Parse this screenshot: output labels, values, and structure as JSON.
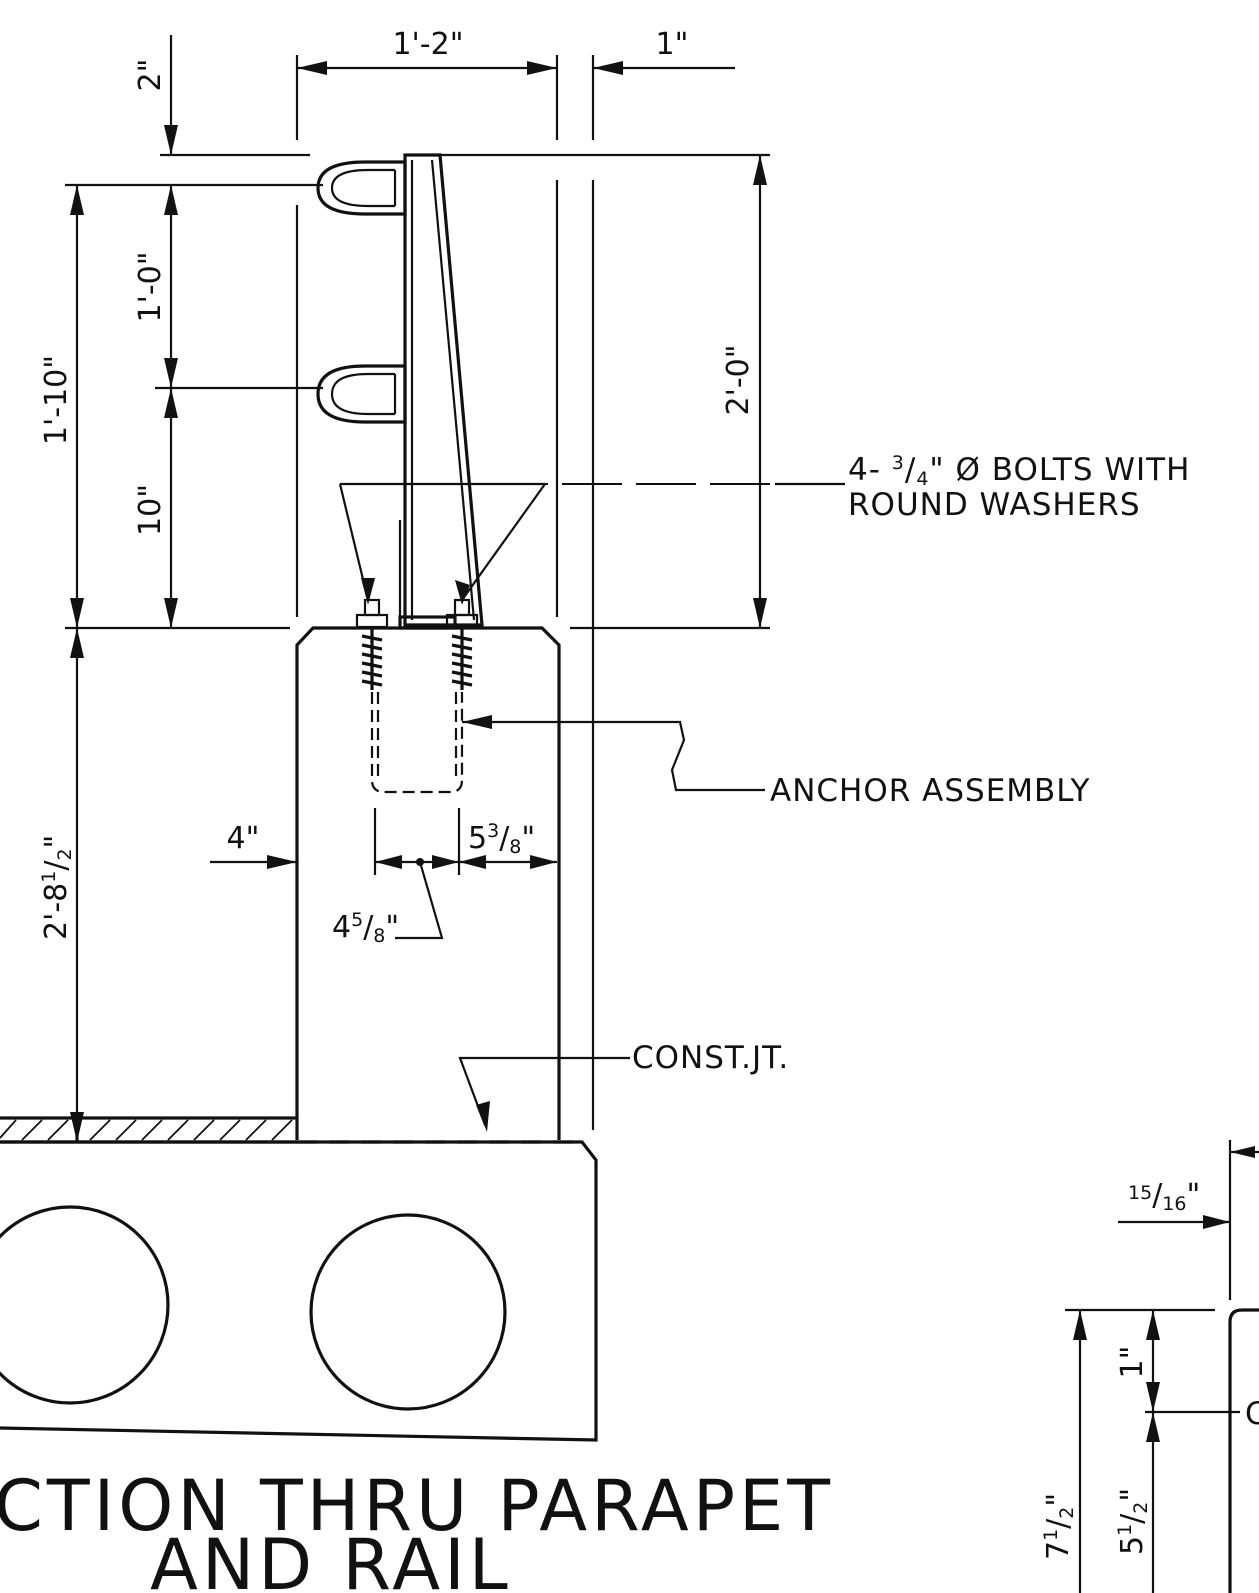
{
  "dimensions": {
    "rail_width": "1'-2\"",
    "offset": "1\"",
    "top_gap": "2\"",
    "rail_spacing": "1'-0\"",
    "lower_rail": "10\"",
    "rail_height_total": "1'-10\"",
    "post_height": "2'-0\"",
    "parapet_height": "2'-8",
    "parapet_height_frac_num": "1",
    "parapet_height_frac_den": "2",
    "parapet_height_tail": "\"",
    "face_offset": "4\"",
    "anchor_edge_whole": "5",
    "anchor_edge_num": "3",
    "anchor_edge_den": "8",
    "anchor_spacing_whole": "4",
    "anchor_spacing_num": "5",
    "anchor_spacing_den": "8",
    "inch_mark": "\"",
    "detail_frac_num": "15",
    "detail_frac_den": "16",
    "detail_one": "1\"",
    "detail_seven_whole": "7",
    "detail_five_whole": "5",
    "half_num": "1",
    "half_den": "2"
  },
  "notes": {
    "bolts_line1_prefix": "4- ",
    "bolts_frac_num": "3",
    "bolts_frac_den": "4",
    "bolts_line1_suffix": "\" Ø BOLTS WITH",
    "bolts_line2": "ROUND WASHERS",
    "anchor": "ANCHOR ASSEMBLY",
    "const_joint": "CONST.JT.",
    "cut_off_letter": "C"
  },
  "title": {
    "line1": "CTION THRU PARAPET",
    "line2": "AND RAIL"
  }
}
